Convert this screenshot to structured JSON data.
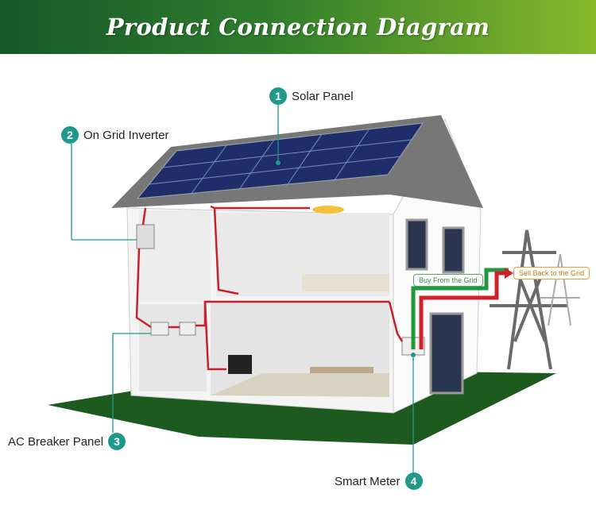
{
  "header": {
    "title": "Product Connection Diagram"
  },
  "callouts": [
    {
      "number": "1",
      "label": "Solar Panel"
    },
    {
      "number": "2",
      "label": "On Grid Inverter"
    },
    {
      "number": "3",
      "label": "AC Breaker Panel"
    },
    {
      "number": "4",
      "label": "Smart Meter"
    }
  ],
  "flows": {
    "buy": "Buy From the Grid",
    "sell": "Sell Back to the Grid"
  },
  "colors": {
    "badge": "#1f9a8a",
    "buy": "#1e9a3c",
    "sell": "#d0202a",
    "ground": "#1d5a1f"
  }
}
